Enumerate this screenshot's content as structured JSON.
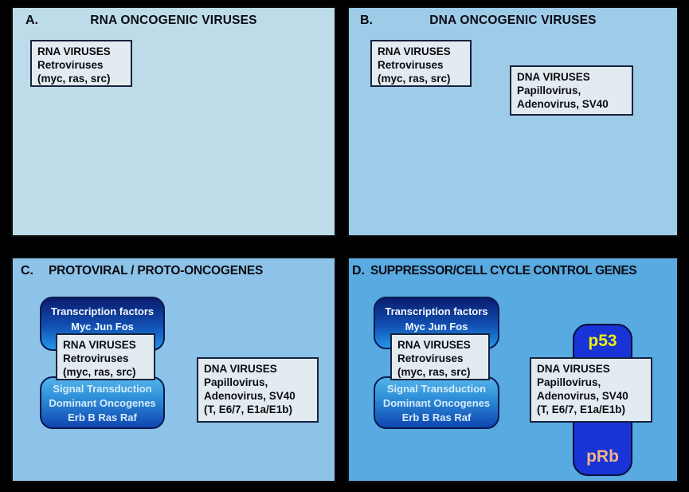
{
  "figure": {
    "description": "Four-panel diagram of oncogenic viruses and cell cycle control genes"
  },
  "colors": {
    "panel_a_bg": "#bedbe9",
    "panel_b_bg": "#9ecbe8",
    "panel_c_bg": "#8dc3e8",
    "panel_d_bg": "#58aae1",
    "title_text": "#0b0b12",
    "box_bg": "#e2ebf0",
    "box_border": "#17223d",
    "grad_dark": "#0a1c6e",
    "grad_mid": "#1250b4",
    "grad_bright": "#2196e8",
    "grad_border": "#0a1a50",
    "grad_text": "#f2f9ff",
    "grad2_top": "#55b4ea",
    "grad2_bottom": "#0f45b0",
    "grad2_text": "#d6ecfb",
    "bar_bg": "#1833d6",
    "bar_border": "#060f35",
    "p53_text": "#ecf00c",
    "prb_text": "#f4b488"
  },
  "panels": [
    {
      "label": "A.",
      "title": "RNA ONCOGENIC VIRUSES",
      "boxes": {
        "rna_viruses": {
          "lines": [
            "RNA VIRUSES",
            "Retroviruses",
            "(myc, ras, src)"
          ]
        }
      }
    },
    {
      "label": "B.",
      "title": "DNA ONCOGENIC VIRUSES",
      "boxes": {
        "rna_viruses": {
          "lines": [
            "RNA VIRUSES",
            "Retroviruses",
            "(myc, ras, src)"
          ]
        },
        "dna_viruses": {
          "lines": [
            "DNA VIRUSES",
            "Papillovirus,",
            "Adenovirus, SV40"
          ]
        }
      }
    },
    {
      "label": "C.",
      "title": "PROTOVIRAL / PROTO-ONCOGENES",
      "boxes": {
        "transcription_factors": {
          "lines": [
            "Transcription factors",
            "Myc Jun Fos"
          ]
        },
        "rna_viruses": {
          "lines": [
            "RNA VIRUSES",
            "Retroviruses",
            "(myc, ras, src)"
          ]
        },
        "signal_transduction": {
          "lines": [
            "Signal Transduction",
            "Dominant Oncogenes",
            "Erb B Ras Raf"
          ]
        },
        "dna_viruses": {
          "lines": [
            "DNA VIRUSES",
            "Papillovirus,",
            "Adenovirus, SV40",
            "(T, E6/7, E1a/E1b)"
          ]
        }
      }
    },
    {
      "label": "D.",
      "title": "SUPPRESSOR/CELL CYCLE CONTROL GENES",
      "boxes": {
        "transcription_factors": {
          "lines": [
            "Transcription factors",
            "Myc Jun Fos"
          ]
        },
        "rna_viruses": {
          "lines": [
            "RNA VIRUSES",
            "Retroviruses",
            "(myc, ras, src)"
          ]
        },
        "signal_transduction": {
          "lines": [
            "Signal Transduction",
            "Dominant Oncogenes",
            "Erb B Ras Raf"
          ]
        },
        "dna_viruses": {
          "lines": [
            "DNA VIRUSES",
            "Papillovirus,",
            "Adenovirus, SV40",
            "(T, E6/7, E1a/E1b)"
          ]
        },
        "p53": "p53",
        "prb": "pRb"
      }
    }
  ]
}
